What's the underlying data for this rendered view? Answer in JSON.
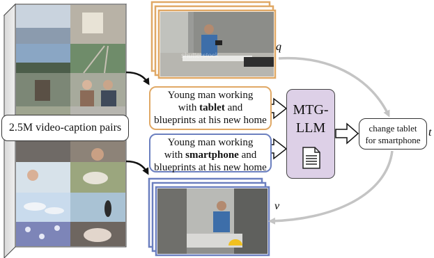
{
  "dataset_label": "2.5M video-caption pairs",
  "query_caption": {
    "line1": "Young man working",
    "line2_pre": "with ",
    "line2_bold": "tablet",
    "line2_post": " and",
    "line3": "blueprints at his new home"
  },
  "target_caption": {
    "line1": "Young man working",
    "line2_pre": "with ",
    "line2_bold": "smartphone",
    "line2_post": " and",
    "line3": "blueprints at his new home"
  },
  "model": {
    "line1": "MTG-",
    "line2": "LLM",
    "icon": "document-icon"
  },
  "instruction": {
    "line1": "change tablet",
    "line2": "for smartphone"
  },
  "labels": {
    "query": "q",
    "target_video": "v",
    "instruction": "t"
  },
  "watermark": "shutterstock",
  "colors": {
    "query_border": "#e0a865",
    "target_border": "#6b7fbf",
    "model_fill": "#ddd0e7",
    "arrow_gray": "#c4c4c4"
  }
}
